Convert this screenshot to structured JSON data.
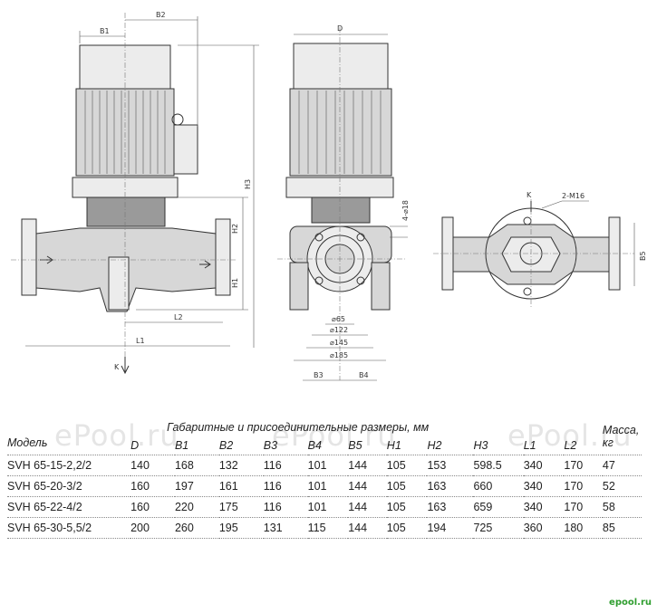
{
  "drawing": {
    "labels": {
      "B1": "B1",
      "B2": "B2",
      "D": "D",
      "H1": "H1",
      "H2": "H2",
      "H3": "H3",
      "L1": "L1",
      "L2": "L2",
      "K": "K",
      "B3": "B3",
      "B4": "B4",
      "holes": "4-⌀18",
      "bolt": "2-M16",
      "d65": "⌀65",
      "d122": "⌀122",
      "d145": "⌀145",
      "d185": "⌀185"
    }
  },
  "table": {
    "model_header": "Модель",
    "group_header": "Габаритные и присоединительные размеры, мм",
    "mass_header": "Масса, кг",
    "columns": [
      "D",
      "B1",
      "B2",
      "B3",
      "B4",
      "B5",
      "H1",
      "H2",
      "H3",
      "L1",
      "L2"
    ],
    "rows": [
      {
        "model": "SVH 65-15-2,2/2",
        "values": [
          "140",
          "168",
          "132",
          "116",
          "101",
          "144",
          "105",
          "153",
          "598.5",
          "340",
          "170"
        ],
        "mass": "47"
      },
      {
        "model": "SVH 65-20-3/2",
        "values": [
          "160",
          "197",
          "161",
          "116",
          "101",
          "144",
          "105",
          "163",
          "660",
          "340",
          "170"
        ],
        "mass": "52"
      },
      {
        "model": "SVH 65-22-4/2",
        "values": [
          "160",
          "220",
          "175",
          "116",
          "101",
          "144",
          "105",
          "163",
          "659",
          "340",
          "170"
        ],
        "mass": "58"
      },
      {
        "model": "SVH 65-30-5,5/2",
        "values": [
          "200",
          "260",
          "195",
          "131",
          "115",
          "144",
          "105",
          "194",
          "725",
          "360",
          "180"
        ],
        "mass": "85"
      }
    ]
  },
  "watermark": "ePool.ru",
  "logo": "epool.ru"
}
